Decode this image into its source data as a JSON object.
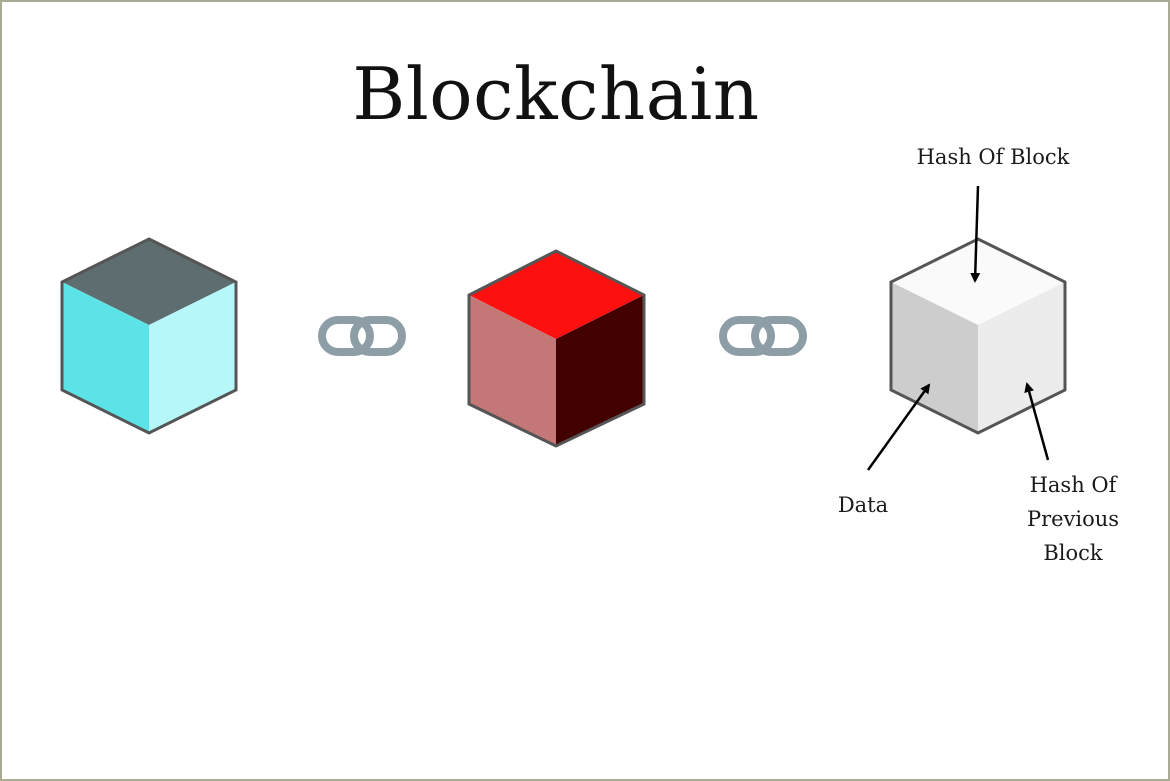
{
  "title": "Blockchain",
  "blocks": [
    {
      "name": "block-1",
      "colors": {
        "top": "#5e6e70",
        "left": "#5ce3e8",
        "right": "#b6f7fa"
      }
    },
    {
      "name": "block-2",
      "colors": {
        "top": "#fe1010",
        "left": "#c37776",
        "right": "#420000"
      }
    },
    {
      "name": "block-3",
      "colors": {
        "top": "#fafafa",
        "left": "#cdcdcd",
        "right": "#ececec"
      }
    }
  ],
  "cube_outline_color": "#555555",
  "link_icon_color": "#8e9ea7",
  "labels": {
    "hash_of_block": "Hash Of Block",
    "data": "Data",
    "hash_prev_line1": "Hash Of",
    "hash_prev_line2": "Previous",
    "hash_prev_line3": "Block"
  }
}
